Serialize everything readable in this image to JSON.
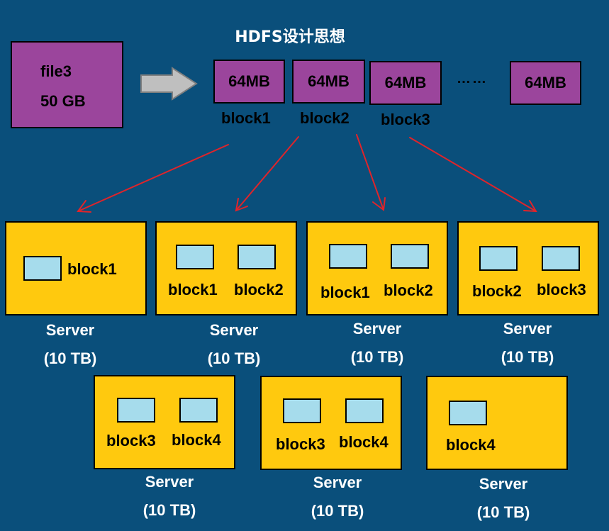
{
  "title": "HDFS设计思想",
  "file": {
    "name": "file3",
    "size": "50 GB"
  },
  "blocks": [
    {
      "size": "64MB",
      "label": "block1"
    },
    {
      "size": "64MB",
      "label": "block2"
    },
    {
      "size": "64MB",
      "label": "block3"
    },
    {
      "size": "64MB",
      "label": ""
    }
  ],
  "ellipsis": "……",
  "servers": [
    {
      "name": "Server",
      "capacity": "(10 TB)",
      "blocks": [
        "block1"
      ]
    },
    {
      "name": "Server",
      "capacity": "(10 TB)",
      "blocks": [
        "block1",
        "block2"
      ]
    },
    {
      "name": "Server",
      "capacity": "(10 TB)",
      "blocks": [
        "block1",
        "block2"
      ]
    },
    {
      "name": "Server",
      "capacity": "(10 TB)",
      "blocks": [
        "block2",
        "block3"
      ]
    },
    {
      "name": "Server",
      "capacity": "(10 TB)",
      "blocks": [
        "block3",
        "block4"
      ]
    },
    {
      "name": "Server",
      "capacity": "(10 TB)",
      "blocks": [
        "block3",
        "block4"
      ]
    },
    {
      "name": "Server",
      "capacity": "(10 TB)",
      "blocks": [
        "block4"
      ]
    }
  ],
  "colors": {
    "background": "#0a4f7b",
    "block": "#9b459c",
    "server": "#ffc90e",
    "chip": "#a6dcec",
    "arrow": "#e0242a",
    "file_arrow": "#bfbfbf"
  }
}
